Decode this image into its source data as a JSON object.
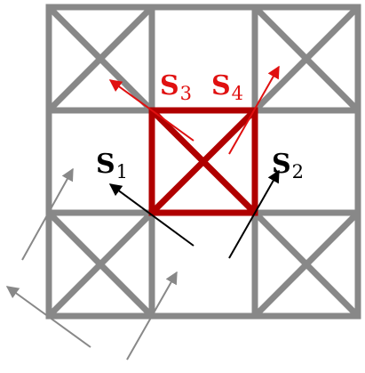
{
  "colors": {
    "grid": "#888888",
    "highlight": "#b00000",
    "label_red": "#e01010",
    "arrow_black": "#000000",
    "arrow_red": "#e01010",
    "arrow_gray": "#888888",
    "background": "#ffffff"
  },
  "labels": {
    "s1": {
      "letter": "S",
      "index": "1"
    },
    "s2": {
      "letter": "S",
      "index": "2"
    },
    "s3": {
      "letter": "S",
      "index": "3"
    },
    "s4": {
      "letter": "S",
      "index": "4"
    }
  }
}
